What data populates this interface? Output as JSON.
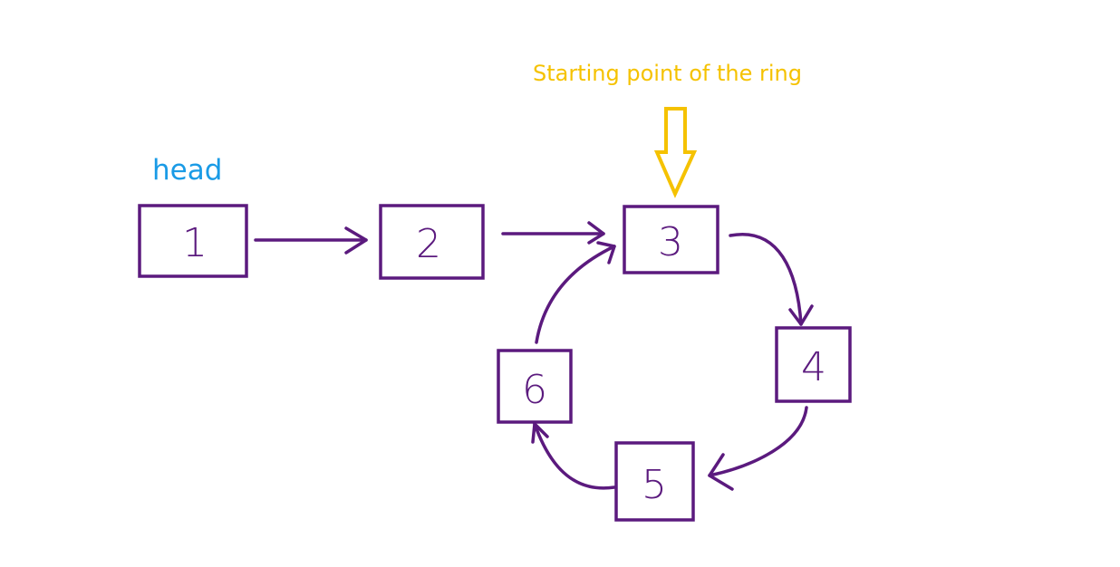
{
  "labels": {
    "head": "head",
    "ring_start": "Starting point of the ring"
  },
  "nodes": [
    "1",
    "2",
    "3",
    "4",
    "5",
    "6"
  ],
  "edges": [
    [
      "1",
      "2"
    ],
    [
      "2",
      "3"
    ],
    [
      "3",
      "4"
    ],
    [
      "4",
      "5"
    ],
    [
      "5",
      "6"
    ],
    [
      "6",
      "3"
    ]
  ],
  "colors": {
    "node": "#5b1a7e",
    "head_label": "#1a9be6",
    "ring_label": "#f5c200"
  }
}
